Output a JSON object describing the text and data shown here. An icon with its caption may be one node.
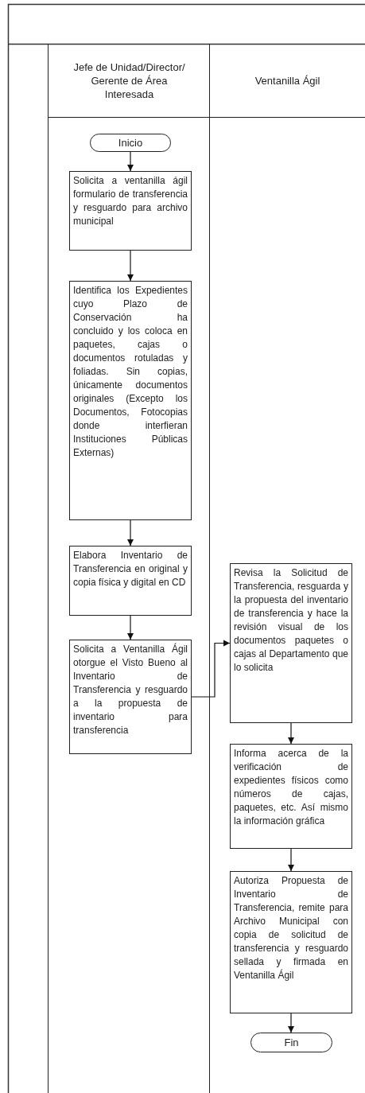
{
  "diagram": {
    "nodes": [
      {
        "text": [
          "Jefe de Unidad/Director/ Gerente de Área Interesada"
        ]
      },
      {
        "text": [
          "Inicio"
        ],
        "in": 0
      },
      {
        "text": [
          "Solicita a ventanilla ágil formulario de transferencia y resguardo para archivo municipal"
        ],
        "in": 0
      },
      {
        "text": [
          "Identifica los Expedientes cuyo Plazo de Conservación ha concluido y los coloca en paquetes, cajas o documentos rotuladas y foliadas. Sin copias, únicamente documentos originales (Excepto los Documentos, Fotocopias donde interfieran Instituciones Públicas Externas)"
        ],
        "in": 0
      },
      {
        "text": [
          "Elabora Inventario de Transferencia en original y copia física y digital en CD"
        ],
        "in": 0
      },
      {
        "text": [
          "Solicita a Ventanilla Ágil otorgue el Visto Bueno al Inventario de Transferencia y resguardo a la propuesta de inventario para transferencia"
        ],
        "in": 0
      },
      {
        "text": [
          "Ventanilla Ágil"
        ]
      },
      {
        "text": [
          "Revisa la Solicitud de Transferencia, resguarda y la propuesta del inventario de transferencia y hace la revisión visual de los documentos paquetes o cajas al Departamento que lo solicita"
        ],
        "in": 6
      },
      {
        "text": [
          "Informa acerca de la verificación de expedientes físicos como números de cajas, paquetes, etc. Así mismo la información gráfica"
        ],
        "in": 6
      },
      {
        "text": [
          "Autoriza Propuesta de Inventario de Transferencia, remite para Archivo Municipal con copia de solicitud de transferencia y resguardo sellada y firmada en Ventanilla Ágil"
        ],
        "in": 6
      },
      {
        "text": [
          "Fin"
        ],
        "in": 6
      }
    ],
    "edges": [
      {
        "from": 1,
        "to": 2,
        "arrow": "to"
      },
      {
        "from": 2,
        "to": 3,
        "arrow": "to"
      },
      {
        "from": 3,
        "to": 4,
        "arrow": "to"
      },
      {
        "from": 4,
        "to": 5,
        "arrow": "to"
      },
      {
        "from": 5,
        "to": 7,
        "arrow": "to"
      },
      {
        "from": 7,
        "to": 8,
        "arrow": "to"
      },
      {
        "from": 8,
        "to": 9,
        "arrow": "to"
      },
      {
        "from": 9,
        "to": 10,
        "arrow": "to"
      }
    ]
  }
}
